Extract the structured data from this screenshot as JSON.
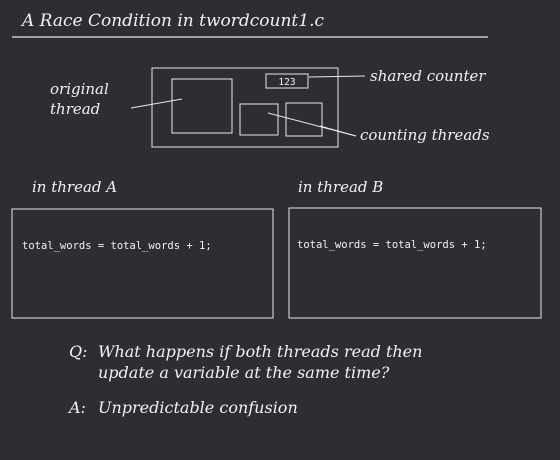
{
  "title": "A Race Condition in twordcount1.c",
  "diagram": {
    "counter_value": "123",
    "labels": {
      "original_thread_line1": "original",
      "original_thread_line2": "thread",
      "shared_counter": "shared counter",
      "counting_threads": "counting threads"
    }
  },
  "threads": [
    {
      "heading": "in thread A",
      "code": "total_words = total_words + 1;"
    },
    {
      "heading": "in thread B",
      "code": "total_words = total_words + 1;"
    }
  ],
  "qa": {
    "question_prefix": "Q:",
    "question_line1": "What happens if both threads read then",
    "question_line2": "update a variable at the same time?",
    "answer_prefix": "A:",
    "answer": "Unpredictable confusion"
  },
  "colors": {
    "background": "#2d2d34",
    "foreground": "#f2f2f2"
  }
}
